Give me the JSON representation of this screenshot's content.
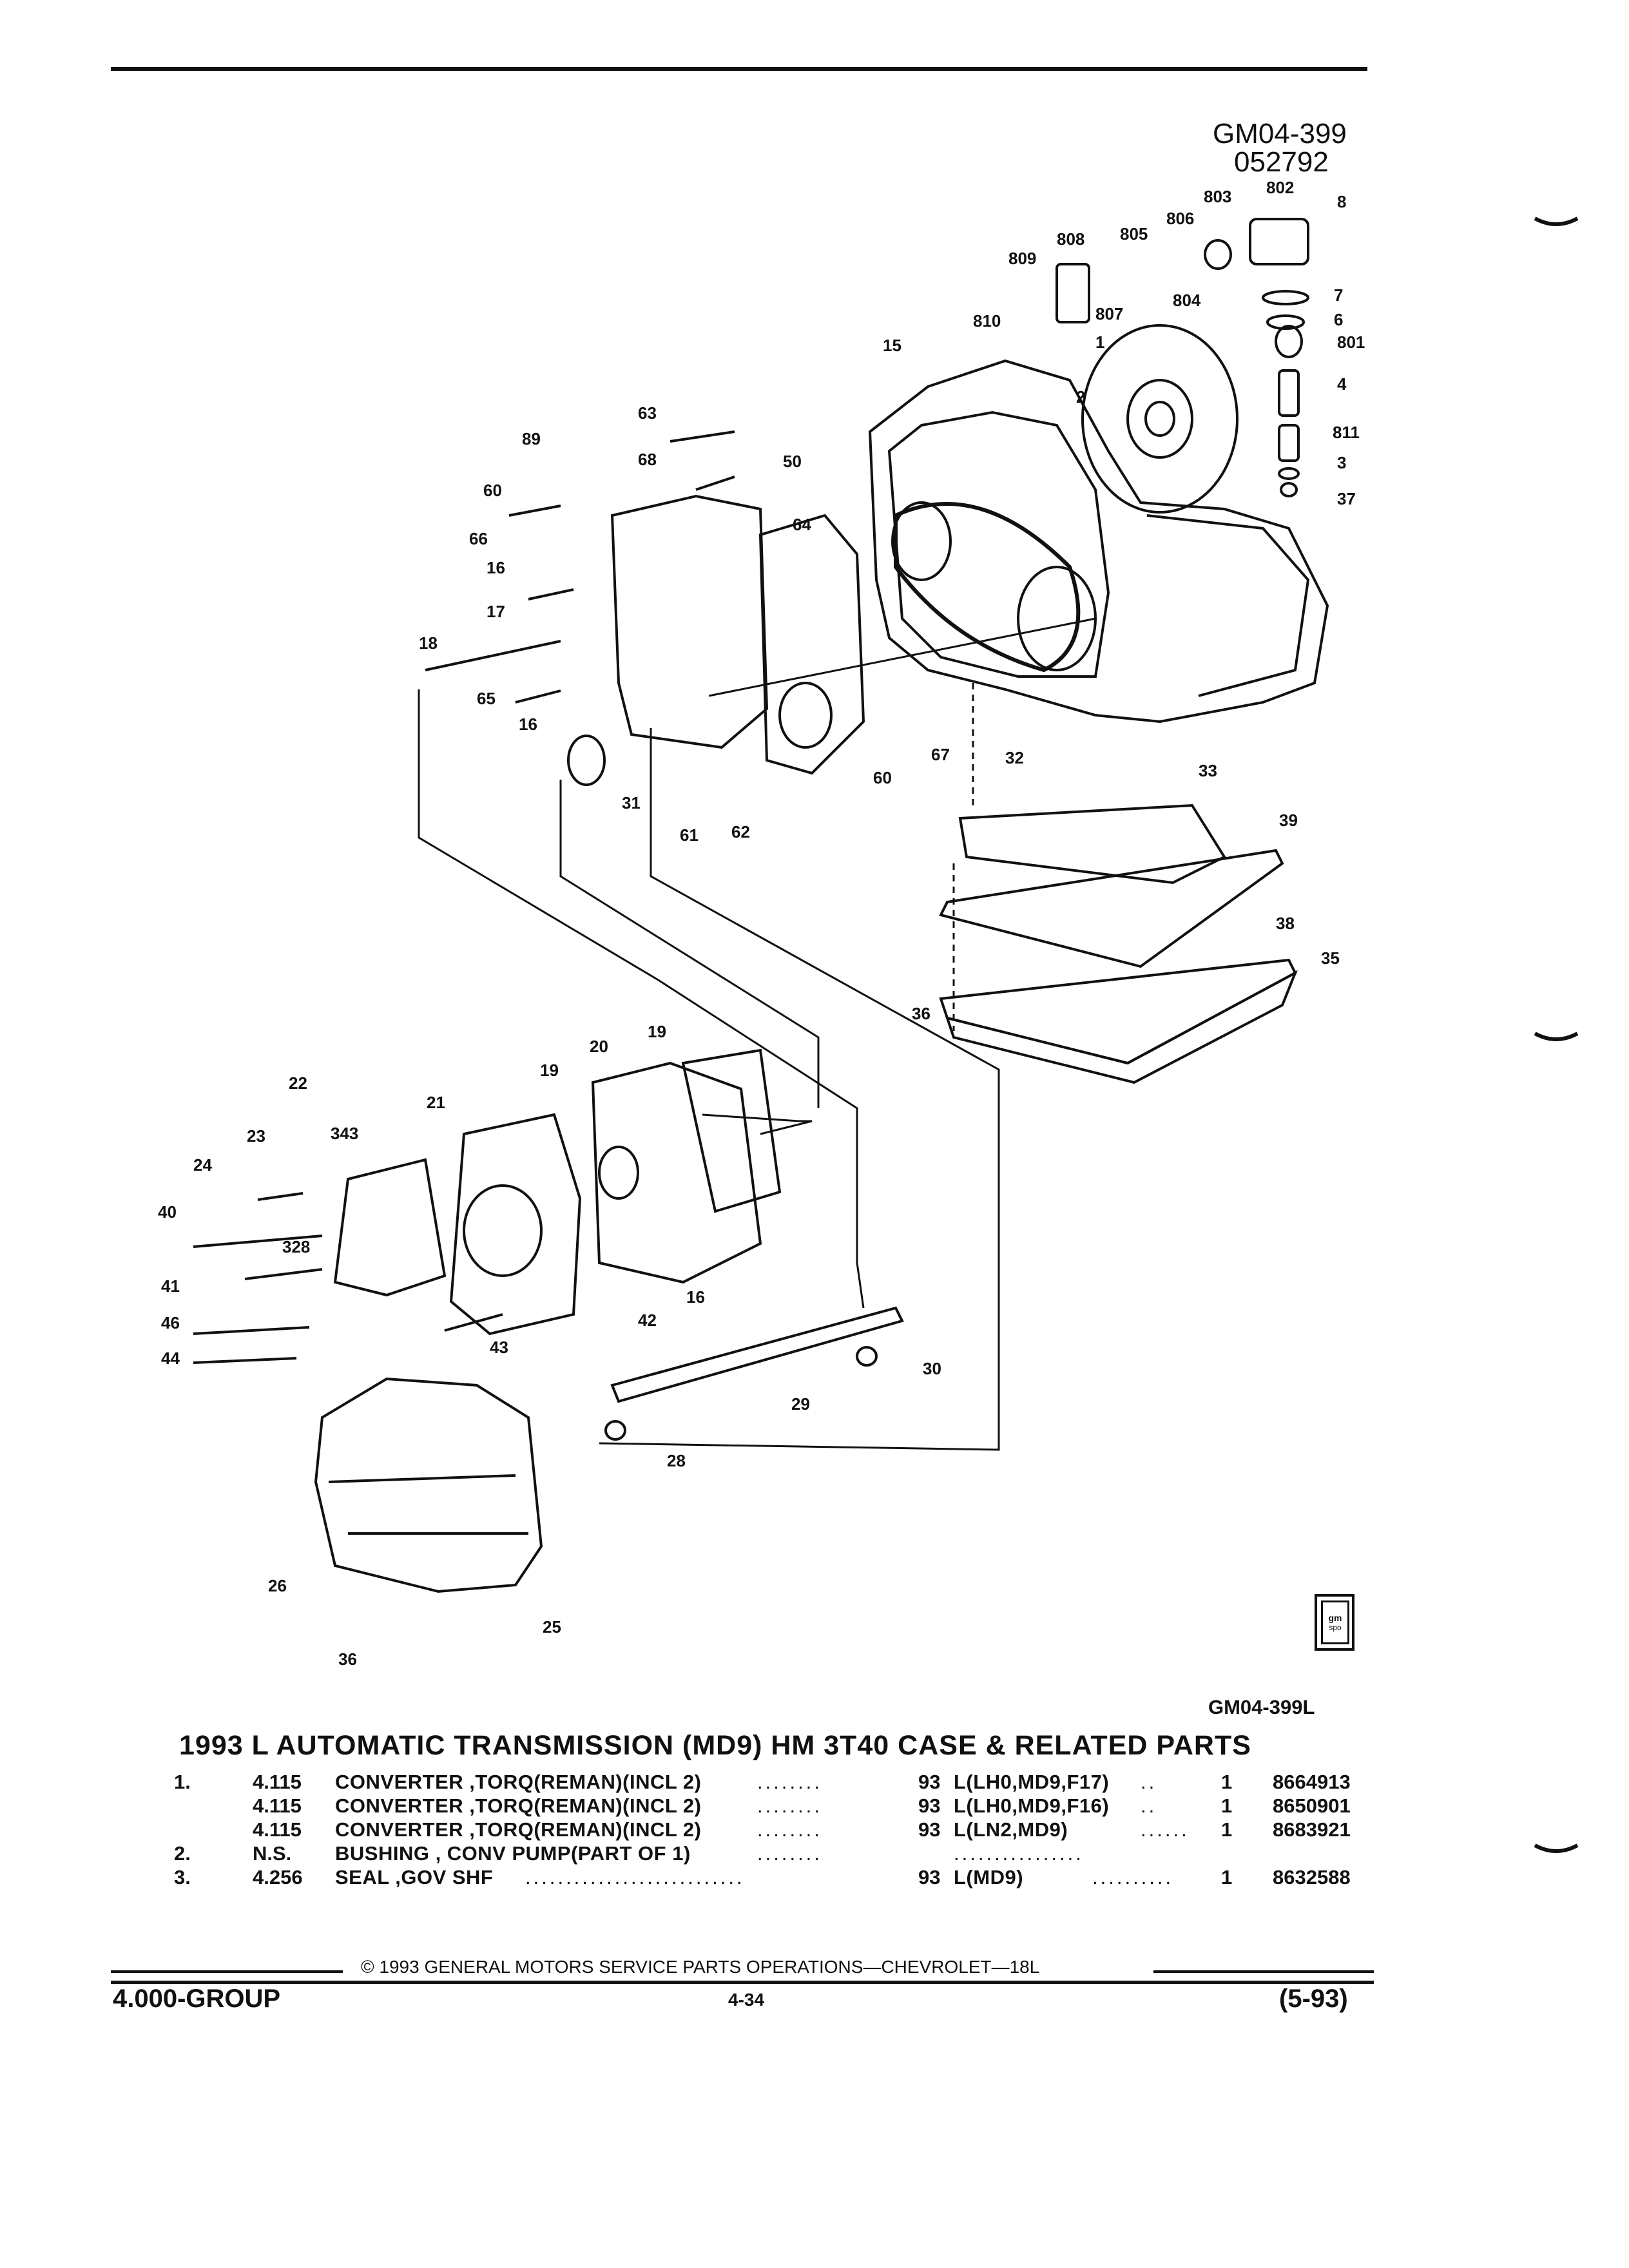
{
  "header": {
    "figure_code": "GM04-399",
    "date_code": "052792"
  },
  "diagram": {
    "callouts": [
      "803",
      "802",
      "8",
      "806",
      "808",
      "805",
      "809",
      "807",
      "804",
      "7",
      "6",
      "810",
      "15",
      "1",
      "801",
      "4",
      "2",
      "811",
      "3",
      "37",
      "63",
      "89",
      "68",
      "50",
      "60",
      "66",
      "64",
      "16",
      "17",
      "18",
      "65",
      "16",
      "67",
      "60",
      "32",
      "31",
      "61",
      "62",
      "33",
      "39",
      "38",
      "35",
      "36",
      "20",
      "19",
      "19",
      "22",
      "21",
      "23",
      "343",
      "24",
      "40",
      "328",
      "41",
      "46",
      "44",
      "16",
      "42",
      "43",
      "30",
      "29",
      "28",
      "26",
      "25",
      "36"
    ],
    "logo": {
      "line1": "gm",
      "line2": "spo"
    },
    "illustration_code": "GM04-399L"
  },
  "section": {
    "title": "1993 L AUTOMATIC TRANSMISSION (MD9) HM 3T40 CASE & RELATED PARTS"
  },
  "parts": [
    {
      "item": "1.",
      "group": "4.115",
      "description": "CONVERTER ,TORQ(REMAN)(INCL 2)",
      "dots1": "........",
      "year": "93",
      "application": "L(LH0,MD9,F17)",
      "dots2": "..",
      "qty": "1",
      "part": "8664913"
    },
    {
      "item": "",
      "group": "4.115",
      "description": "CONVERTER ,TORQ(REMAN)(INCL 2)",
      "dots1": "........",
      "year": "93",
      "application": "L(LH0,MD9,F16)",
      "dots2": "..",
      "qty": "1",
      "part": "8650901"
    },
    {
      "item": "",
      "group": "4.115",
      "description": "CONVERTER ,TORQ(REMAN)(INCL 2)",
      "dots1": "........",
      "year": "93",
      "application": "L(LN2,MD9)",
      "dots2": "......",
      "qty": "1",
      "part": "8683921"
    },
    {
      "item": "2.",
      "group": "N.S.",
      "description": "BUSHING , CONV PUMP(PART OF 1)",
      "dots1": "........",
      "year": "",
      "application": "",
      "dots2": "................",
      "qty": "",
      "part": ""
    },
    {
      "item": "3.",
      "group": "4.256",
      "description": "SEAL ,GOV SHF",
      "dots1": "...........................",
      "year": "93",
      "application": "L(MD9)",
      "dots2": "..........",
      "qty": "1",
      "part": "8632588"
    }
  ],
  "footer": {
    "copyright": "© 1993 GENERAL MOTORS SERVICE PARTS OPERATIONS—CHEVROLET—18L",
    "group": "4.000-GROUP",
    "page": "4-34",
    "revision": "(5-93)"
  }
}
